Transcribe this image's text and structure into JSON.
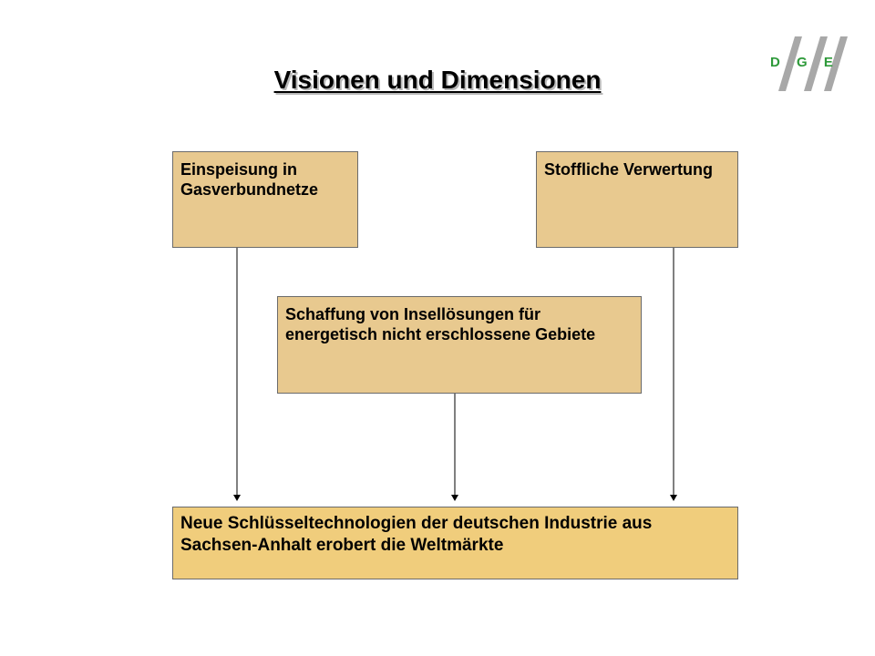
{
  "slide": {
    "title": "Visionen und Dimensionen"
  },
  "logo": {
    "letters": [
      "D",
      "G",
      "E"
    ],
    "color": "#2e9a3a"
  },
  "boxes": {
    "top_left": "Einspeisung in Gasverbundnetze",
    "top_right": "Stoffliche Verwertung",
    "middle": "Schaffung von Insellösungen für energetisch nicht erschlossene Gebiete",
    "bottom": "Neue Schlüsseltechnologien der deutschen Industrie aus Sachsen-Anhalt erobert die Weltmärkte"
  },
  "colors": {
    "box_fill": "#e8c98f",
    "target_fill": "#f0cd7c",
    "line": "#000000"
  }
}
